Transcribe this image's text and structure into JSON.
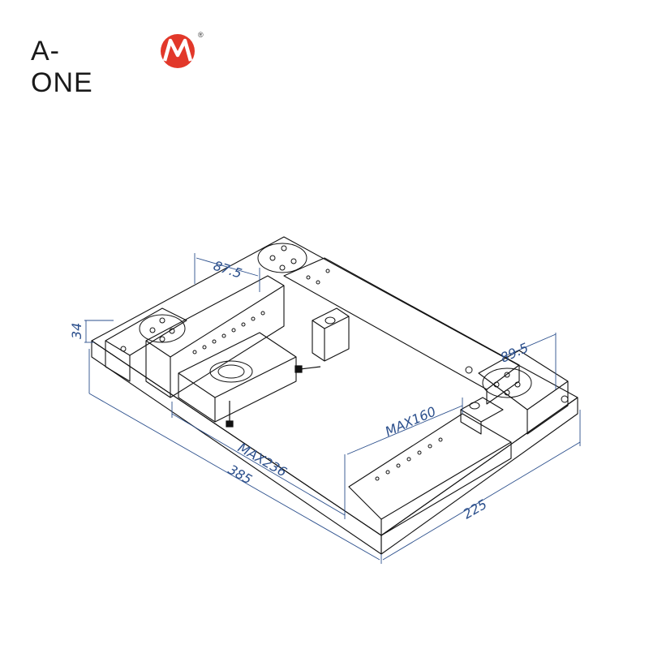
{
  "brand": {
    "name": "A-ONE",
    "registered": "®",
    "mark_color": "#e2382a"
  },
  "drawing": {
    "line_color": "#111111",
    "dimension_color": "#2b4f8c",
    "dimensions": {
      "pitch_left": "87.5",
      "height": "34",
      "pitch_right": "89.5",
      "max_width": "MAX160",
      "max_length": "MAX236",
      "length": "385",
      "width": "225"
    }
  }
}
